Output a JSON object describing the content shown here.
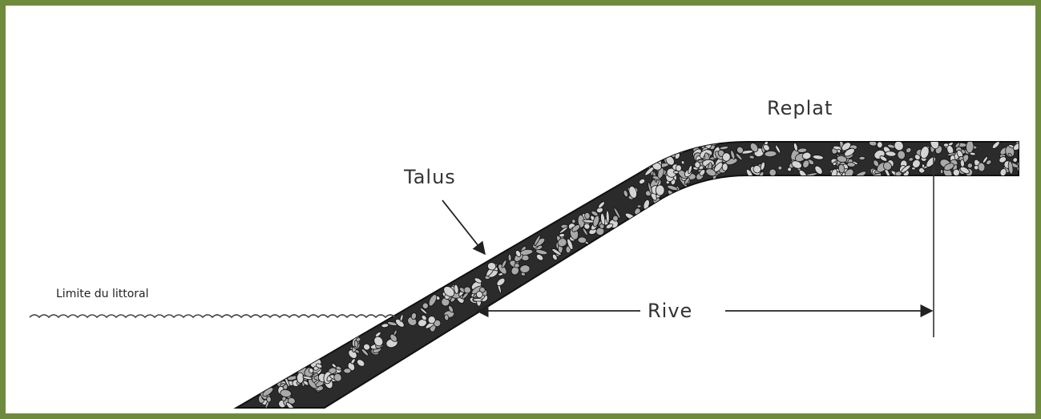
{
  "diagram": {
    "labels": {
      "replat": "Replat",
      "talus": "Talus",
      "rive": "Rive",
      "littoral_limit": "Limite du littoral"
    },
    "colors": {
      "frame": "#6e8b3d",
      "soil": "#2b2b2b",
      "rock": "#cfcfcf",
      "line": "#222222"
    }
  }
}
